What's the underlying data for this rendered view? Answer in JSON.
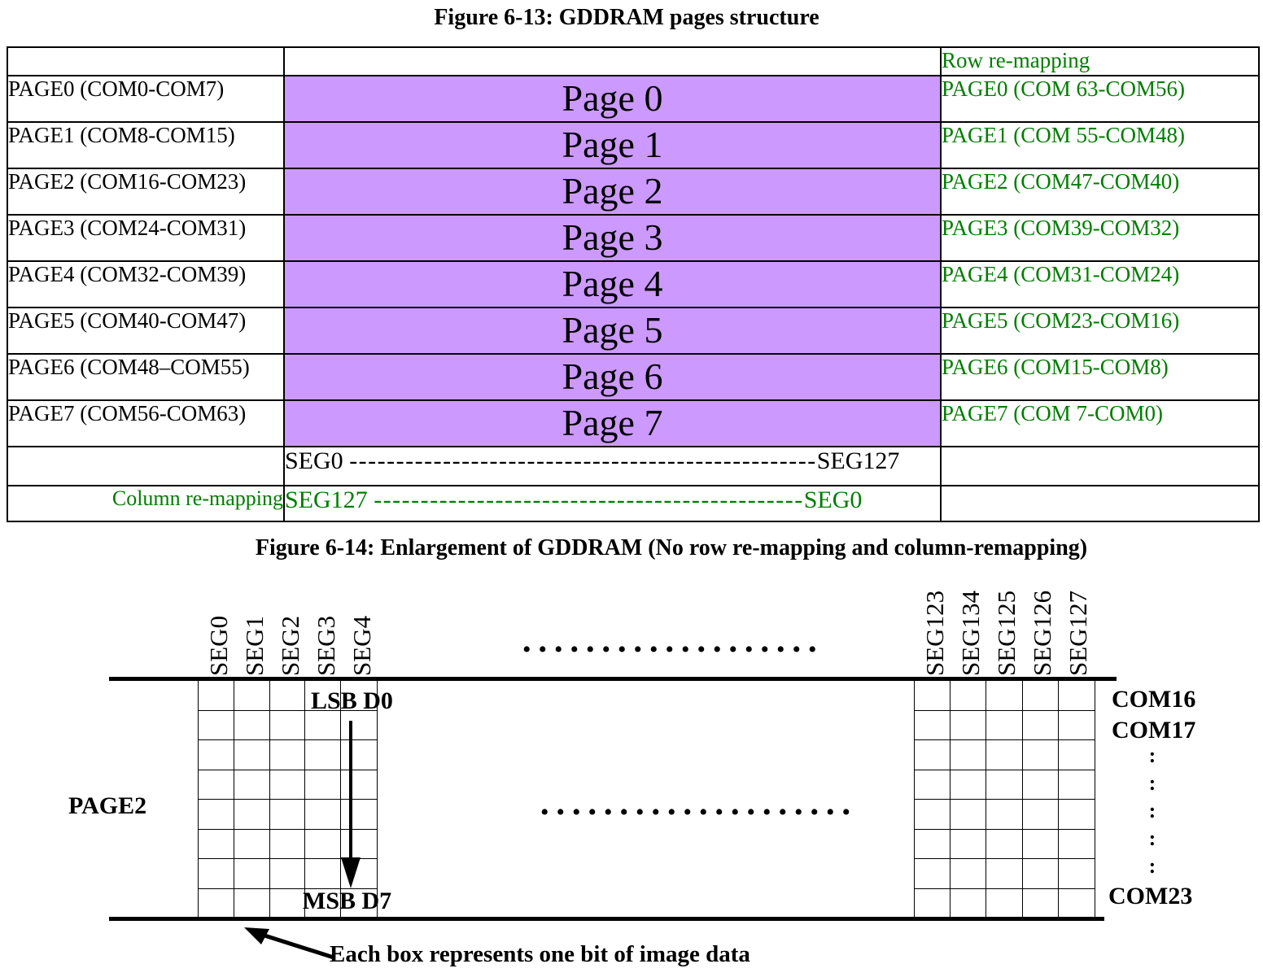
{
  "colors": {
    "page_fill": "#cc99ff",
    "remap_green": "#007d00"
  },
  "fig13": {
    "title": "Figure 6-13: GDDRAM pages structure",
    "row_remapping_header": "Row re-mapping",
    "rows": [
      {
        "left": "PAGE0 (COM0-COM7)",
        "page": "Page 0",
        "remap": "PAGE0 (COM 63-COM56)"
      },
      {
        "left": "PAGE1 (COM8-COM15)",
        "page": "Page 1",
        "remap": "PAGE1 (COM 55-COM48)"
      },
      {
        "left": "PAGE2 (COM16-COM23)",
        "page": "Page 2",
        "remap": "PAGE2 (COM47-COM40)"
      },
      {
        "left": "PAGE3 (COM24-COM31)",
        "page": "Page 3",
        "remap": "PAGE3 (COM39-COM32)"
      },
      {
        "left": "PAGE4 (COM32-COM39)",
        "page": "Page 4",
        "remap": "PAGE4 (COM31-COM24)"
      },
      {
        "left": "PAGE5 (COM40-COM47)",
        "page": "Page 5",
        "remap": "PAGE5 (COM23-COM16)"
      },
      {
        "left": "PAGE6 (COM48–COM55)",
        "page": "Page 6",
        "remap": "PAGE6 (COM15-COM8)"
      },
      {
        "left": "PAGE7 (COM56-COM63)",
        "page": "Page 7",
        "remap": "PAGE7 (COM 7-COM0)"
      }
    ],
    "seg_row": {
      "start": "SEG0 ",
      "dashes": "--------------------------------------------------",
      "end": "SEG127"
    },
    "colremap_row": {
      "label": "Column re-mapping",
      "start": "SEG127 ",
      "dashes": "----------------------------------------------",
      "end": "SEG0"
    }
  },
  "fig14": {
    "title": "Figure 6-14: Enlargement of GDDRAM (No row re-mapping and column-remapping)",
    "seg_labels_left": [
      "SEG0",
      "SEG1",
      "SEG2",
      "SEG3",
      "SEG4"
    ],
    "seg_labels_right": [
      "SEG123",
      "SEG134",
      "SEG125",
      "SEG126",
      "SEG127"
    ],
    "page_label": "PAGE2",
    "lsb_label": "LSB D0",
    "msb_label": "MSB D7",
    "com_label_1": "COM16",
    "com_label_2": "COM17",
    "com_label_last": "COM23",
    "colon": ":",
    "dots_top": "•••••••••••••••••••",
    "dots_mid": "••••••••••••••••••••",
    "caption": "Each box represents one bit of image data"
  }
}
